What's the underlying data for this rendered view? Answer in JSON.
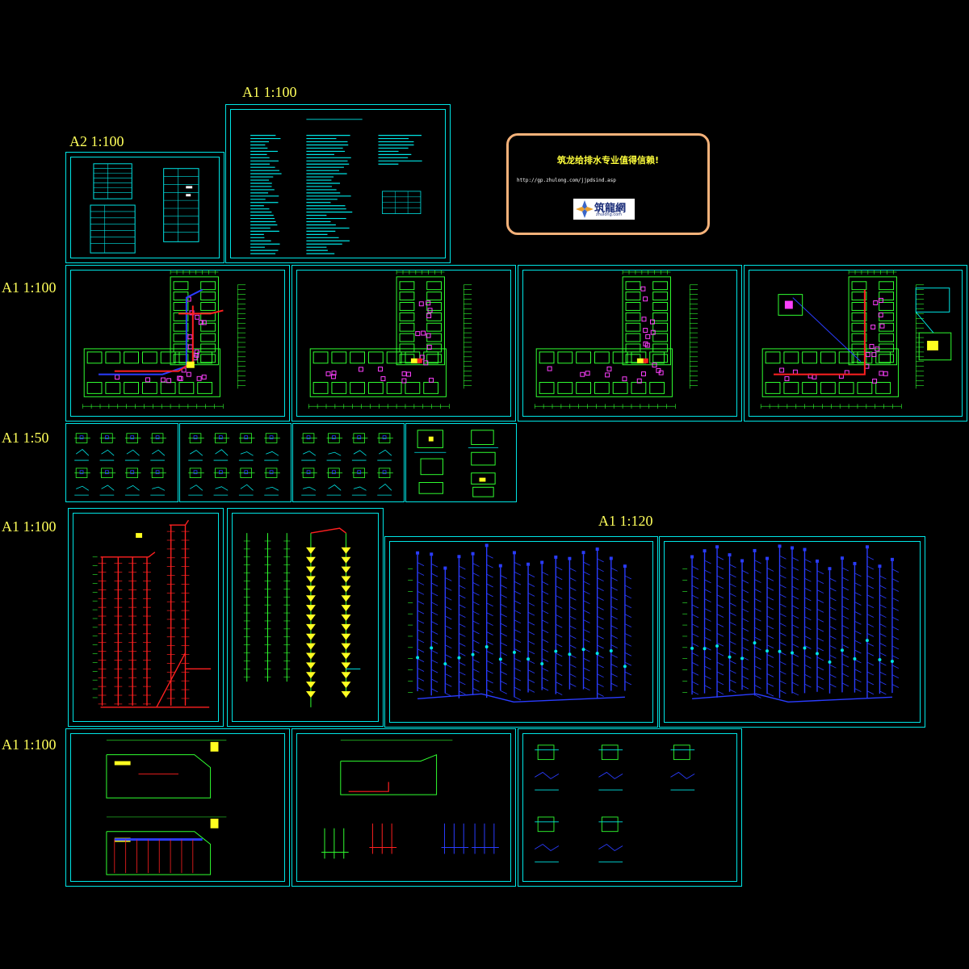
{
  "scales": {
    "row0_left": "A2 1:100",
    "row0_mid": "A1 1:100",
    "row1": "A1 1:100",
    "row2": "A1 1:50",
    "row3_left": "A1 1:100",
    "row3_right": "A1 1:120",
    "row4": "A1 1:100"
  },
  "promo": {
    "title": "筑龙给排水专业值得信赖!",
    "url": "http://gp.zhulong.com/jjpdsind.asp",
    "logo_name": "筑龍網",
    "logo_domain": "zhulong.com"
  },
  "colors": {
    "frame": "#00e5e5",
    "label": "#ffff5a",
    "promo_border": "#f5b27a",
    "pipe_red": "#ff2020",
    "pipe_blue": "#2a3cff",
    "wall_green": "#30ff30",
    "fixture_magenta": "#ff40ff",
    "highlight_yellow": "#ffff20"
  }
}
